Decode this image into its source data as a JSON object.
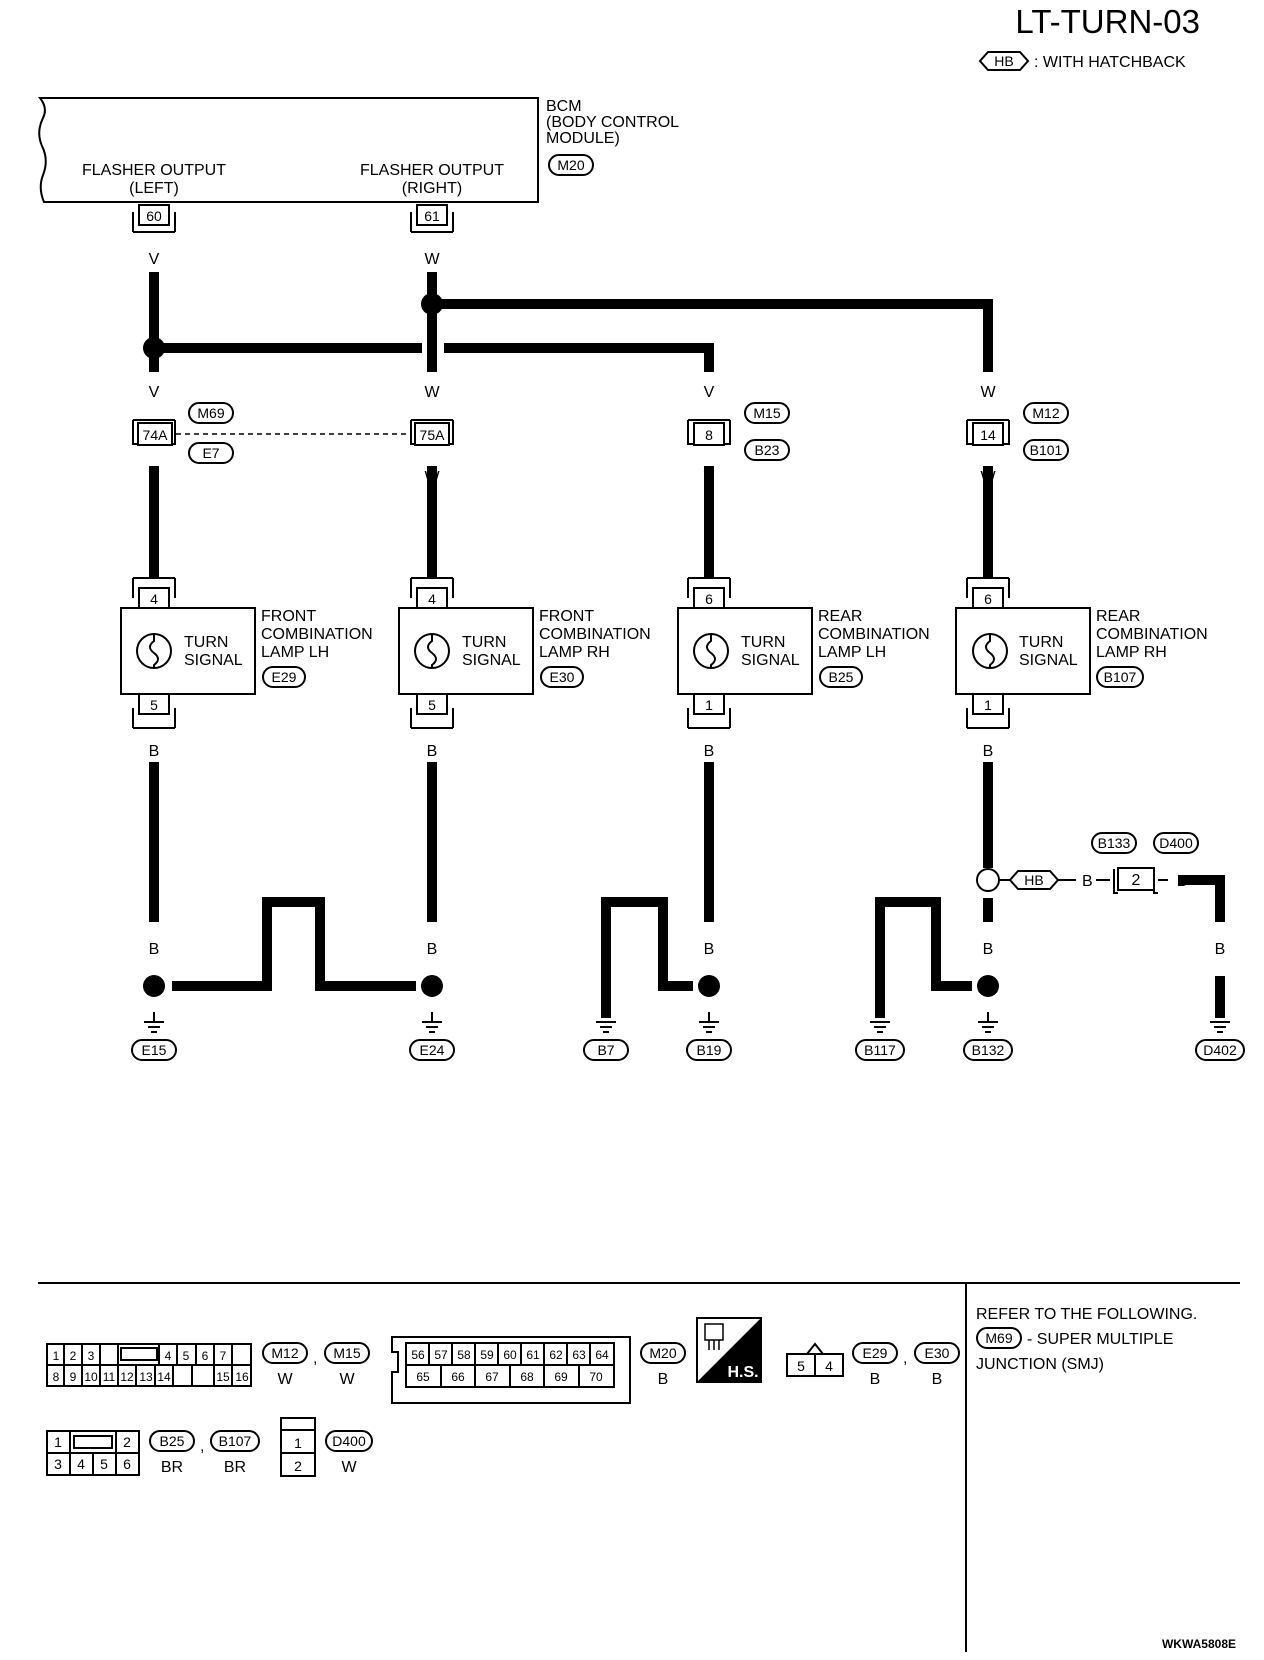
{
  "header": {
    "page_code": "LT-TURN-03",
    "legend_badge": "HB",
    "legend_text": ": WITH HATCHBACK",
    "figure_code": "WKWA5808E"
  },
  "bcm": {
    "title": "BCM",
    "subtitle_line1": "(BODY CONTROL",
    "subtitle_line2": "MODULE)",
    "connector": "M20",
    "left_output_line1": "FLASHER OUTPUT",
    "left_output_line2": "(LEFT)",
    "right_output_line1": "FLASHER OUTPUT",
    "right_output_line2": "(RIGHT)",
    "left_pin": "60",
    "right_pin": "61"
  },
  "wire_colors": {
    "violet": "V",
    "white": "W",
    "black": "B"
  },
  "junctions": [
    {
      "pin": "74A",
      "tag_top": "M69",
      "tag_bottom": "E7"
    },
    {
      "pin": "75A"
    },
    {
      "pin": "8",
      "tag_top": "M15",
      "tag_bottom": "B23"
    },
    {
      "pin": "14",
      "tag_top": "M12",
      "tag_bottom": "B101"
    }
  ],
  "lamps": [
    {
      "pin_top": "4",
      "pin_bottom": "5",
      "inner1": "TURN",
      "inner2": "SIGNAL",
      "name1": "FRONT",
      "name2": "COMBINATION",
      "name3": "LAMP LH",
      "connector": "E29"
    },
    {
      "pin_top": "4",
      "pin_bottom": "5",
      "inner1": "TURN",
      "inner2": "SIGNAL",
      "name1": "FRONT",
      "name2": "COMBINATION",
      "name3": "LAMP RH",
      "connector": "E30"
    },
    {
      "pin_top": "6",
      "pin_bottom": "1",
      "inner1": "TURN",
      "inner2": "SIGNAL",
      "name1": "REAR",
      "name2": "COMBINATION",
      "name3": "LAMP LH",
      "connector": "B25"
    },
    {
      "pin_top": "6",
      "pin_bottom": "1",
      "inner1": "TURN",
      "inner2": "SIGNAL",
      "name1": "REAR",
      "name2": "COMBINATION",
      "name3": "LAMP RH",
      "connector": "B107"
    }
  ],
  "hatchback_branch": {
    "badge": "HB",
    "connector_pin": "2",
    "tag1": "B133",
    "tag2": "D400"
  },
  "grounds": [
    "E15",
    "E24",
    "B7",
    "B19",
    "B117",
    "B132",
    "D402"
  ],
  "connector_views": {
    "c1_top": [
      "1",
      "2",
      "3",
      "4",
      "5",
      "6",
      "7"
    ],
    "c1_bottom": [
      "8",
      "9",
      "10",
      "11",
      "12",
      "13",
      "14",
      "15",
      "16"
    ],
    "c1_tags": [
      "M12",
      "M15"
    ],
    "c1_colors": [
      "W",
      "W"
    ],
    "c2_top": [
      "56",
      "57",
      "58",
      "59",
      "60",
      "61",
      "62",
      "63",
      "64"
    ],
    "c2_bottom": [
      "65",
      "66",
      "67",
      "68",
      "69",
      "70"
    ],
    "c2_tag": "M20",
    "c2_color": "B",
    "hs_label": "H.S.",
    "c3_pins": [
      "5",
      "4"
    ],
    "c3_tags": [
      "E29",
      "E30"
    ],
    "c3_colors": [
      "B",
      "B"
    ],
    "c4_top": [
      "1",
      "2"
    ],
    "c4_bottom": [
      "3",
      "4",
      "5",
      "6"
    ],
    "c4_tags": [
      "B25",
      "B107"
    ],
    "c4_colors": [
      "BR",
      "BR"
    ],
    "c5_pins": [
      "1",
      "2"
    ],
    "c5_tag": "D400",
    "c5_color": "W",
    "comma": ","
  },
  "notes": {
    "line1": "REFER TO THE FOLLOWING.",
    "tag": "M69",
    "line2": "- SUPER MULTIPLE",
    "line3": "JUNCTION (SMJ)"
  }
}
